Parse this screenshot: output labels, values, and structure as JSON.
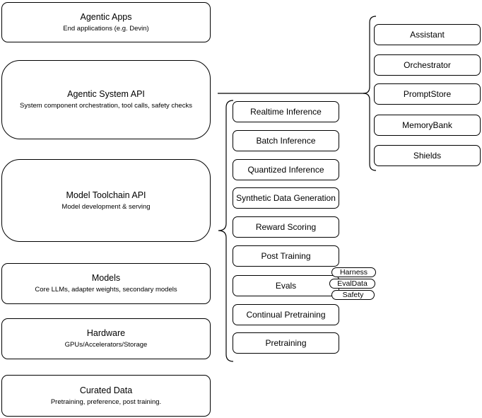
{
  "stack": {
    "boxes": [
      {
        "title": "Agentic Apps",
        "subtitle": "End applications (e.g. Devin)"
      },
      {
        "title": "Agentic System API",
        "subtitle": "System component orchestration, tool calls, safety checks"
      },
      {
        "title": "Model Toolchain API",
        "subtitle": "Model development & serving"
      },
      {
        "title": "Models",
        "subtitle": "Core LLMs, adapter weights, secondary models"
      },
      {
        "title": "Hardware",
        "subtitle": "GPUs/Accelerators/Storage"
      },
      {
        "title": "Curated Data",
        "subtitle": "Pretraining, preference, post training."
      }
    ]
  },
  "toolchain": {
    "services": [
      "Realtime Inference",
      "Batch Inference",
      "Quantized Inference",
      "Synthetic Data Generation",
      "Reward Scoring",
      "Post Training",
      "Evals",
      "Continual Pretraining",
      "Pretraining"
    ]
  },
  "evals": {
    "tags": [
      "Harness",
      "EvalData",
      "Safety"
    ]
  },
  "system": {
    "components": [
      "Assistant",
      "Orchestrator",
      "PromptStore",
      "MemoryBank",
      "Shields"
    ]
  },
  "colors": {
    "stroke": "#000000",
    "fill": "#ffffff",
    "text": "#000000"
  }
}
